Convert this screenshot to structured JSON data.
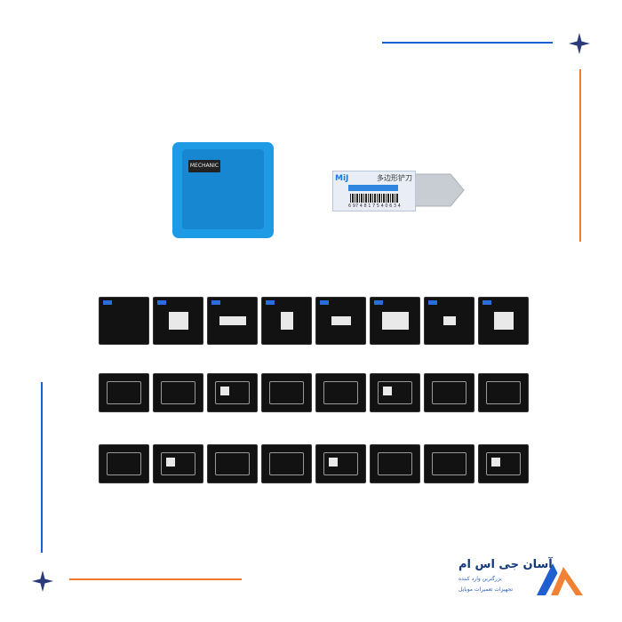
{
  "holder": {
    "label": "MECHANIC"
  },
  "tool": {
    "brand": "MiJ",
    "korean_text": "多边形铲刀",
    "barcode_number": "6 97 4 8 1 7 5 4 0 6 3 4"
  },
  "logo": {
    "title": "آسان جی اس ام",
    "subtitle_line1": "بزرگترین وارد کننده",
    "subtitle_line2": "تجهیزات تعمیرات موبایل"
  },
  "colors": {
    "blue": "#1a5fd8",
    "orange": "#f07a2a",
    "holder_blue": "#1f9be6"
  },
  "stencil_rows": [
    {
      "count": 8,
      "kind": "plain"
    },
    {
      "count": 8,
      "kind": "board"
    },
    {
      "count": 8,
      "kind": "board"
    }
  ]
}
